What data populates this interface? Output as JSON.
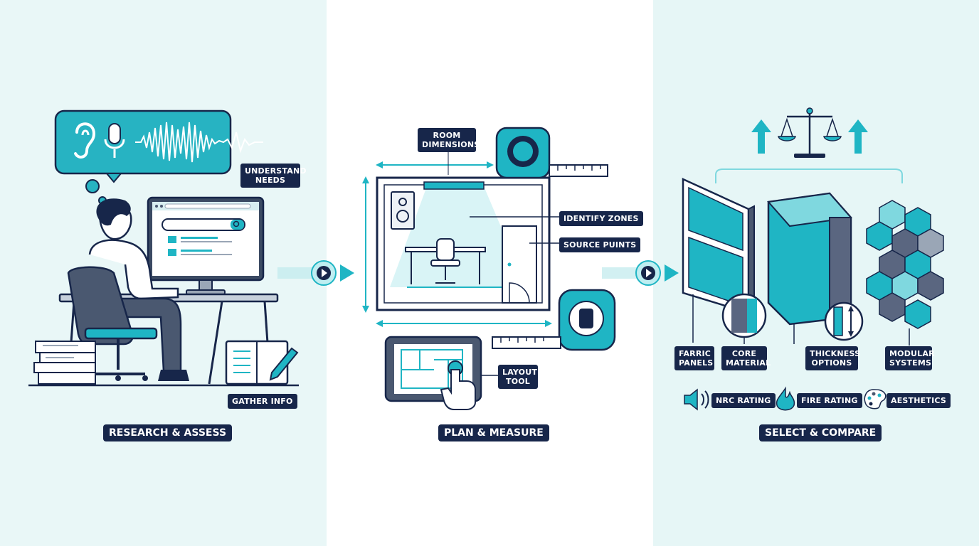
{
  "steps": {
    "research": {
      "title": "RESEARCH & ASSESS",
      "labels": {
        "understand_needs": "UNDERSTAND NEEDS",
        "gather_info": "GATHER INFO"
      }
    },
    "plan": {
      "title": "PLAN & MEASURE",
      "labels": {
        "room_dimensions": "ROOM DIMENSIONS",
        "identify_zones": "IDENTIFY ZONES",
        "source_points": "SOURCE PUINTS",
        "layout_tool": "LAYOUT TOOL"
      }
    },
    "select": {
      "title": "SELECT & COMPARE",
      "labels": {
        "fabric_panels": "FARRIC PANELS",
        "core_material": "CORE MATERIAL",
        "thickness_options": "THICKNESS OPTIONS",
        "modular_systems": "MODULAR SYSTEMS",
        "nrc_rating": "NRC RATING",
        "fire_rating": "FIRE RATING",
        "aesthetics": "AESTHETICS"
      }
    }
  },
  "colors": {
    "navy": "#17264a",
    "teal": "#1fb5c4",
    "teal_light": "#7fd8df",
    "slate": "#4a5870",
    "panel_bg_left": "#e9f7f7",
    "panel_bg_mid": "#ffffff",
    "panel_bg_right": "#e6f6f6"
  },
  "icons": [
    "ear-icon",
    "microphone-icon",
    "sound-wave-icon",
    "computer-monitor-icon",
    "search-icon",
    "tape-measure-icon",
    "speaker-icon",
    "chair-icon",
    "door-icon",
    "tablet-icon",
    "hand-pointer-icon",
    "arrow-right-icon",
    "balance-scale-icon",
    "arrow-up-icon",
    "volume-icon",
    "flame-icon",
    "palette-icon",
    "pencil-icon",
    "notebook-icon"
  ]
}
